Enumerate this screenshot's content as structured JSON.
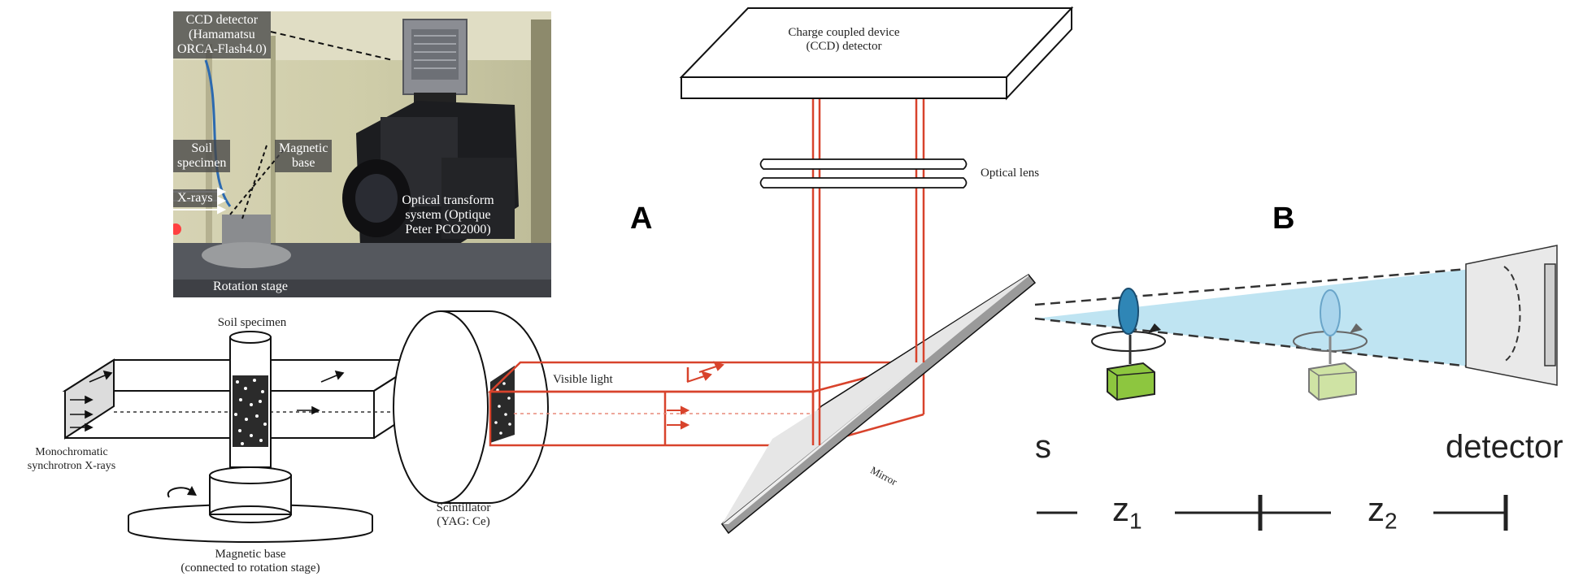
{
  "panels": {
    "a": "A",
    "b": "B"
  },
  "photo": {
    "ccd_detector": "CCD detector\n(Hamamatsu\nORCA-Flash4.0)",
    "soil_specimen": "Soil\nspecimen",
    "magnetic_base": "Magnetic\nbase",
    "xrays": "X-rays",
    "optical_transform": "Optical transform\nsystem (Optique\nPeter PCO2000)",
    "rotation_stage": "Rotation stage"
  },
  "schematic": {
    "ccd_device": "Charge coupled device\n(CCD) detector",
    "optical_lens": "Optical lens",
    "soil_specimen": "Soil specimen",
    "visible_light": "Visible light",
    "mono_xrays": "Monochromatic\nsynchrotron X-rays",
    "scintillator": "Scintillator\n(YAG: Ce)",
    "magnetic_base": "Magnetic base\n(connected to rotation stage)",
    "mirror": "Mirror"
  },
  "panel_b": {
    "source": "s",
    "detector": "detector",
    "z1": "z",
    "z1_sub": "1",
    "z2": "z",
    "z2_sub": "2"
  },
  "colors": {
    "beam_red": "#d8432c",
    "cyan_beam": "#bfe4f2",
    "green_cube": "#8dc63f",
    "pale_cube": "#cfe3a4"
  }
}
